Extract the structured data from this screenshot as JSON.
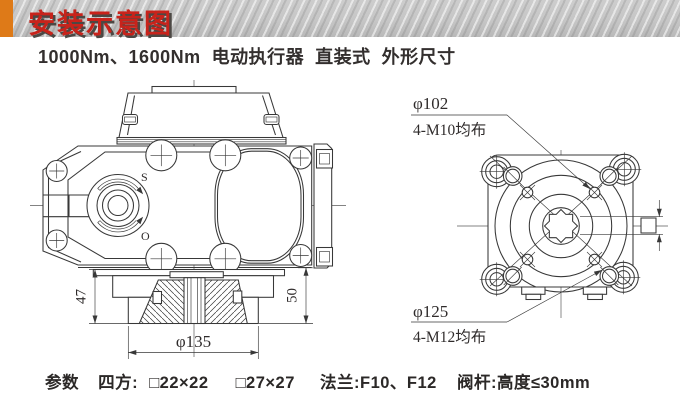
{
  "header": {
    "title": "安装示意图"
  },
  "subtitle": "1000Nm、1600Nm  电动执行器  直装式  外形尺寸",
  "front_view": {
    "rotation_shut_label": "S",
    "rotation_open_label": "O",
    "dim_height_left": "47",
    "dim_height_right": "50",
    "dim_base_diameter": "φ135"
  },
  "bottom_view": {
    "callout_top": {
      "diameter": "φ102",
      "holes": "4-M10均布"
    },
    "callout_bottom": {
      "diameter": "φ125",
      "holes": "4-M12均布"
    }
  },
  "footer": {
    "param_label": "参数",
    "square_label": "四方:",
    "square_option_1": "□22×22",
    "square_option_2": "□27×27",
    "flange": "法兰:F10、F12",
    "stem": "阀杆:高度≤30mm"
  },
  "colors": {
    "accent_orange": "#de7a18",
    "title_red": "#c8231b",
    "line_color": "#383838",
    "header_gray": "#c6c6c6"
  }
}
